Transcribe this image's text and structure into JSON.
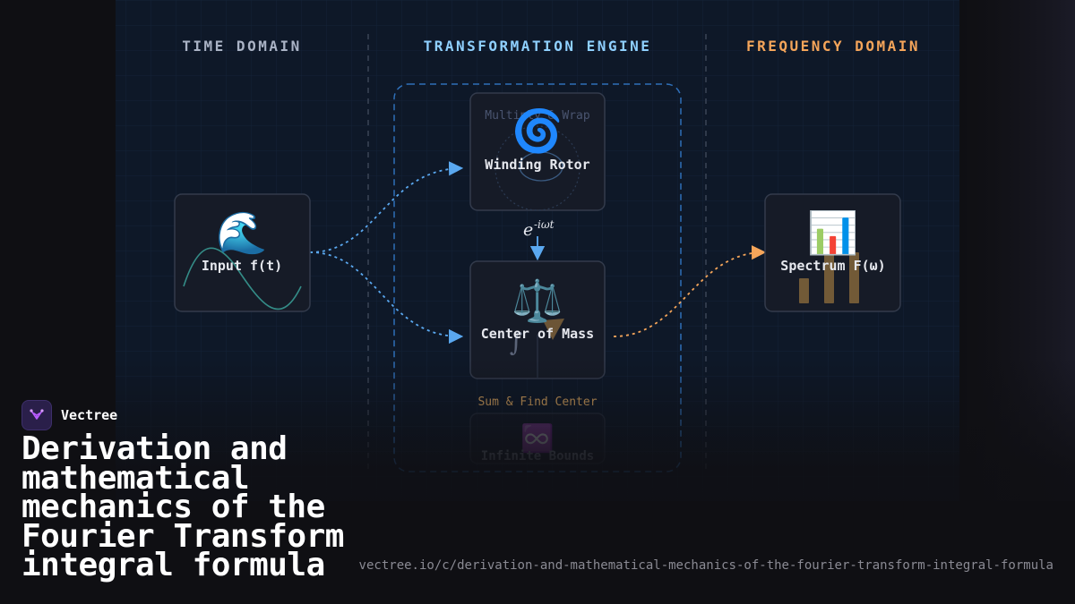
{
  "diagram": {
    "columns": {
      "time": "TIME DOMAIN",
      "engine": "TRANSFORMATION ENGINE",
      "frequency": "FREQUENCY DOMAIN"
    },
    "nodes": {
      "input": {
        "icon": "🌊",
        "label": "Input f(t)"
      },
      "winding": {
        "icon": "🌀",
        "label": "Winding Rotor",
        "caption": "Multiply & Wrap"
      },
      "center": {
        "icon": "⚖️",
        "label": "Center of Mass",
        "integral": "∫"
      },
      "bounds": {
        "icon": "♾️",
        "label": "Infinite Bounds"
      },
      "spectrum": {
        "icon": "📊",
        "label": "Spectrum F(ω)"
      }
    },
    "edges": {
      "rotor_exp_base": "e",
      "rotor_exp_power": "-iωt",
      "sum_label": "Sum & Find Center"
    },
    "colors": {
      "time_header": "#aab3c5",
      "engine_header": "#8fd0ff",
      "frequency_header": "#f5a55a",
      "blue_flow": "#5aa8f0",
      "orange_flow": "#f5a55a"
    }
  },
  "brand": {
    "name": "Vectree"
  },
  "title": "Derivation and mathematical mechanics of the Fourier Transform integral formula",
  "url": "vectree.io/c/derivation-and-mathematical-mechanics-of-the-fourier-transform-integral-formula"
}
